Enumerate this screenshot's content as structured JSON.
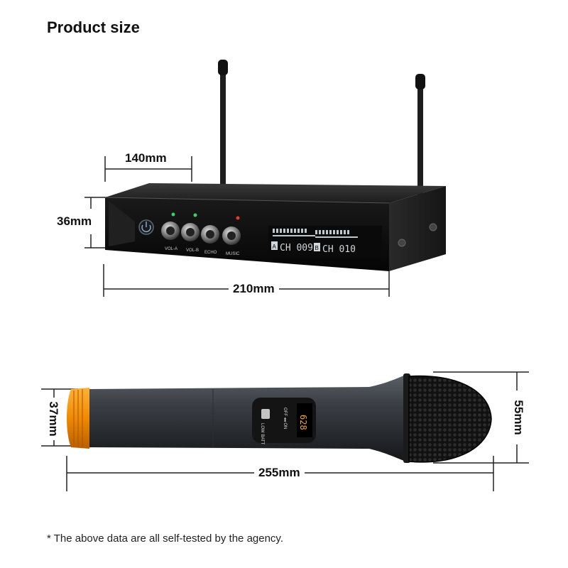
{
  "title": "Product size",
  "receiver": {
    "dims": {
      "depth": "140mm",
      "height": "36mm",
      "width": "210mm"
    },
    "labels": {
      "vol_a": "VOL-A",
      "vol_b": "VOL-B",
      "echo": "ECHO",
      "music": "MUSIC",
      "display_a": "CH 009",
      "display_b": "CH 010",
      "channel_a": "A",
      "channel_b": "B"
    }
  },
  "microphone": {
    "dims": {
      "handle_diameter": "37mm",
      "head_diameter": "55mm",
      "length": "255mm"
    },
    "labels": {
      "switch": "OFF ◂◂ ON",
      "low_batt": "LOW BATT",
      "display": "628"
    }
  },
  "footnote": "* The above data are all self-tested by the agency."
}
